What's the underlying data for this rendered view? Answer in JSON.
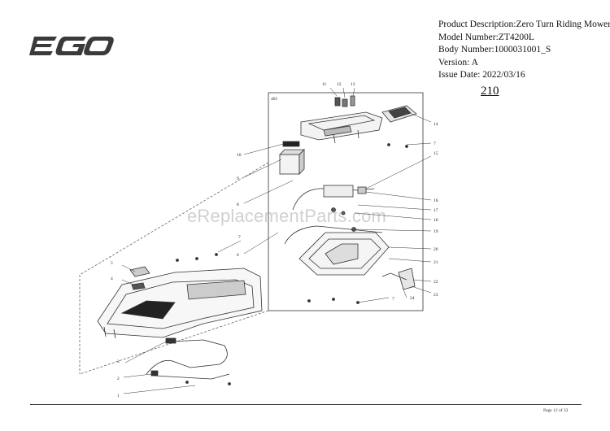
{
  "brand": {
    "logo_text": "EGO"
  },
  "product_info": {
    "description": "Product Description:Zero Turn Riding Mower",
    "model": "Model Number:ZT4200L",
    "body": "Body Number:1000031001_S",
    "version": "Version: A",
    "issue_date": "Issue Date: 2022/03/16"
  },
  "page_number": "210",
  "watermark": "eReplacementParts.com",
  "footer": "Page 12 of 33",
  "assembly_label": "401",
  "callouts": [
    "1",
    "2",
    "3",
    "4",
    "5",
    "6",
    "7",
    "7",
    "7",
    "8",
    "9",
    "10",
    "11",
    "12",
    "13",
    "14",
    "15",
    "16",
    "17",
    "18",
    "19",
    "20",
    "21",
    "22",
    "23",
    "24"
  ]
}
